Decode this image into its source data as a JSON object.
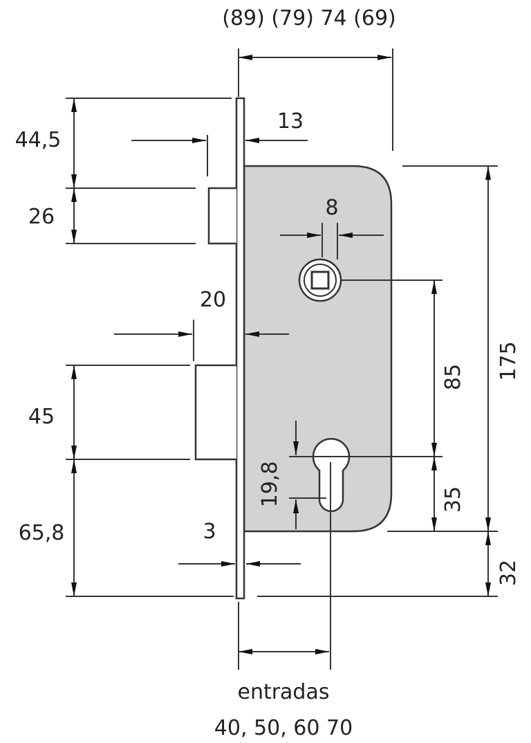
{
  "title": "Mortise lock dimension drawing",
  "colors": {
    "body_fill": "#d1d3d4",
    "line": "#333333",
    "background": "#ffffff"
  },
  "labels": {
    "backset_top": "(89) (79) 74 (69)",
    "dim_44_5": "44,5",
    "dim_26": "26",
    "dim_13": "13",
    "dim_8": "8",
    "dim_20": "20",
    "dim_45": "45",
    "dim_65_8": "65,8",
    "dim_3": "3",
    "dim_19_8": "19,8",
    "dim_85": "85",
    "dim_35": "35",
    "dim_175": "175",
    "dim_32": "32",
    "entradas": "entradas",
    "entradas_values": "40, 50, 60 70"
  }
}
